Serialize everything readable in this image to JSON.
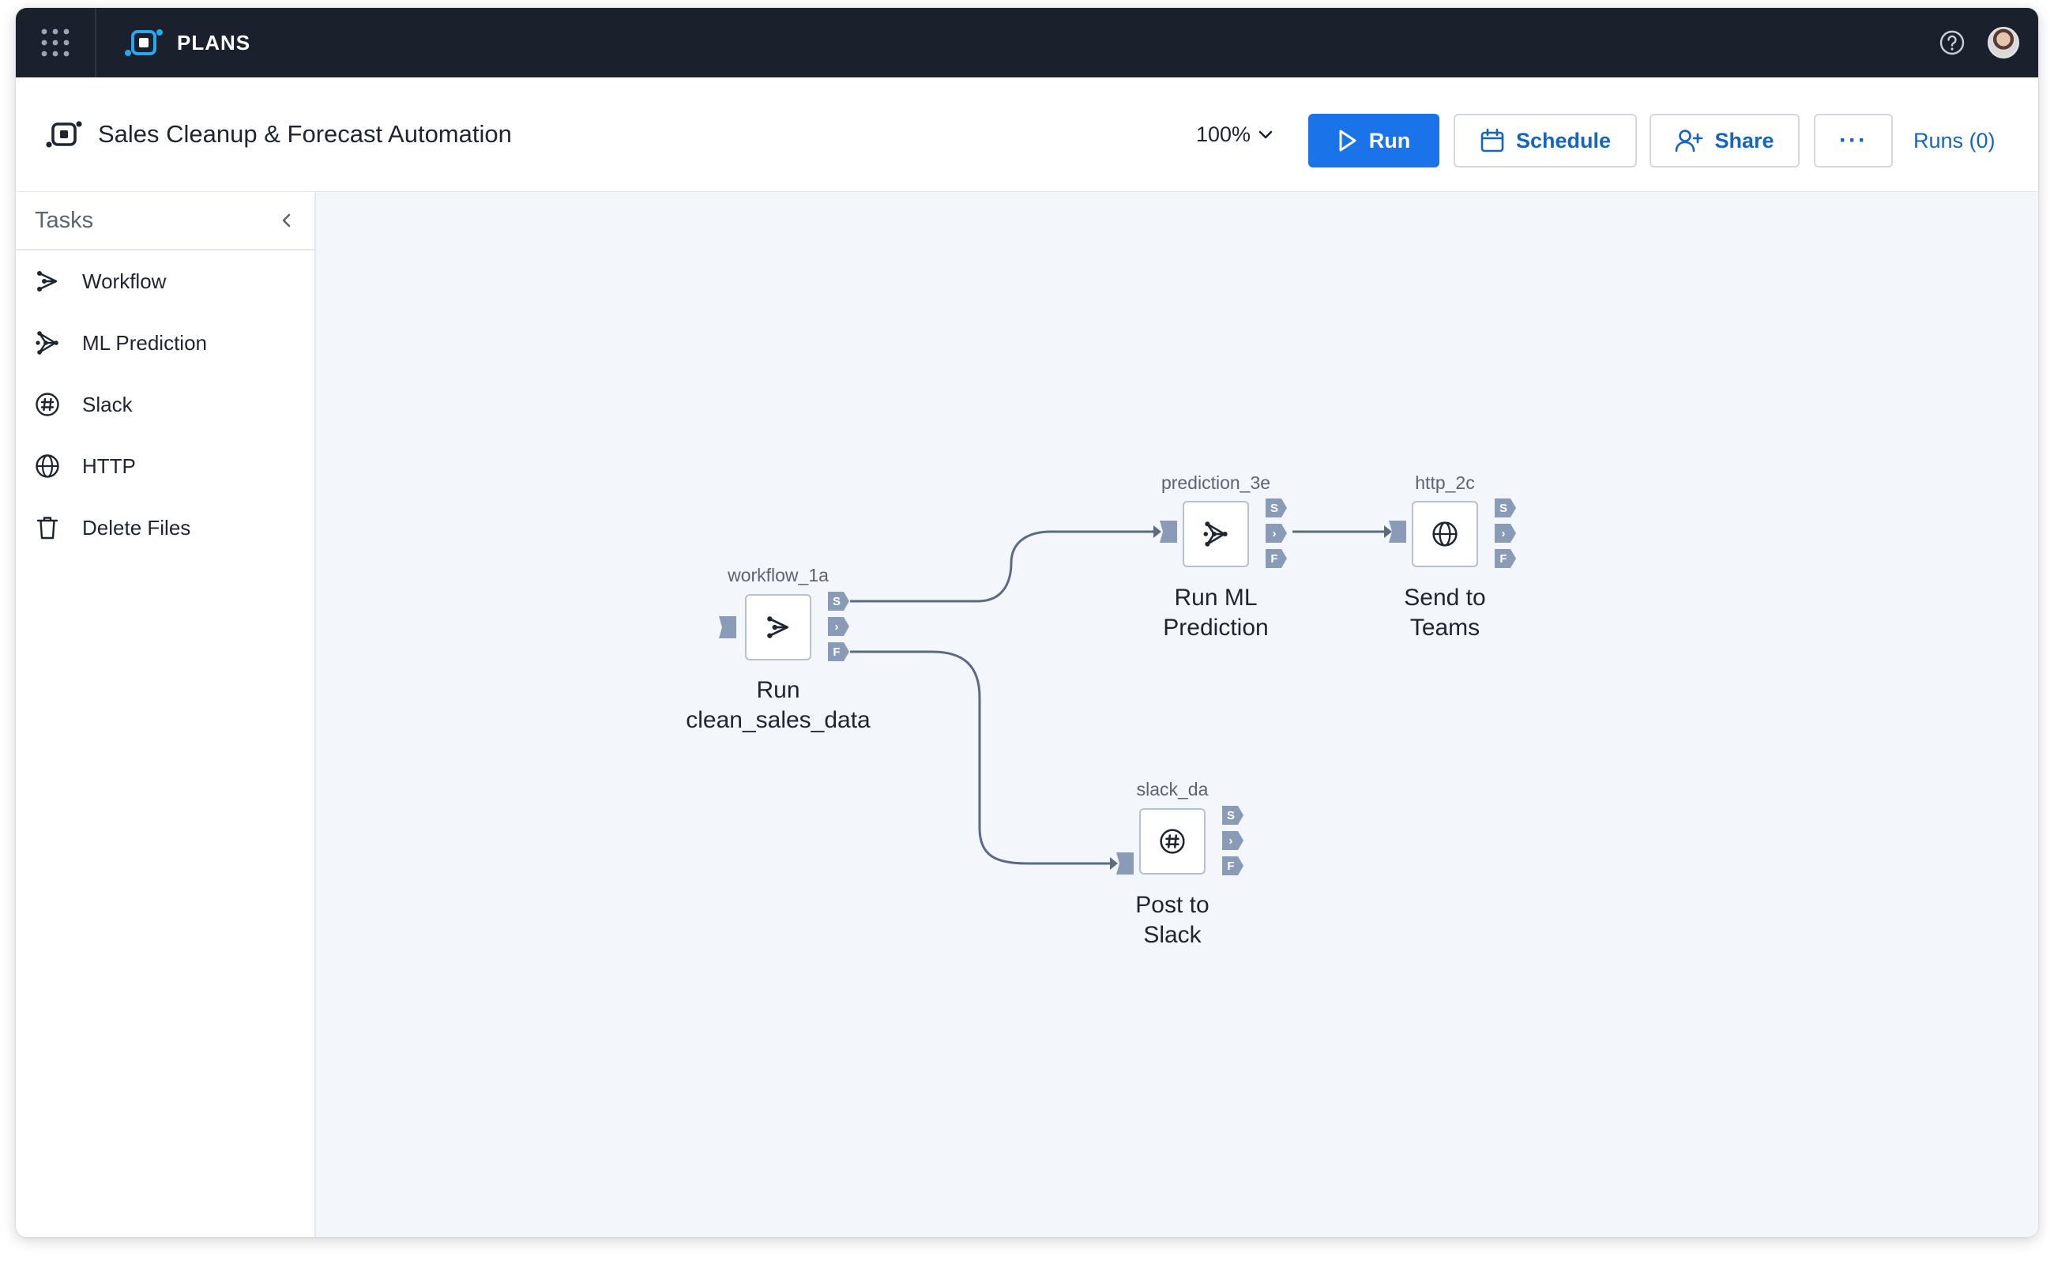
{
  "app": {
    "brand": "PLANS",
    "colors": {
      "topbar": "#1b212c",
      "accent": "#1a73e8",
      "link": "#1565c0",
      "port": "#8a9bb8",
      "edge": "#5c6b82",
      "canvas": "#f3f6fa"
    }
  },
  "header": {
    "plan_title": "Sales Cleanup & Forecast Automation",
    "zoom": "100%",
    "run_label": "Run",
    "schedule_label": "Schedule",
    "share_label": "Share",
    "more_label": "···",
    "runs_label": "Runs (0)"
  },
  "sidebar": {
    "title": "Tasks",
    "items": [
      {
        "label": "Workflow",
        "icon": "workflow-icon"
      },
      {
        "label": "ML Prediction",
        "icon": "ml-prediction-icon"
      },
      {
        "label": "Slack",
        "icon": "slack-icon"
      },
      {
        "label": "HTTP",
        "icon": "globe-icon"
      },
      {
        "label": "Delete Files",
        "icon": "trash-icon"
      }
    ]
  },
  "canvas": {
    "ports": {
      "success": "S",
      "next": "›",
      "failure": "F"
    },
    "nodes": [
      {
        "id": "workflow_1a",
        "label_line1": "Run",
        "label_line2": "clean_sales_data",
        "icon": "workflow-icon"
      },
      {
        "id": "prediction_3e",
        "label_line1": "Run ML",
        "label_line2": "Prediction",
        "icon": "ml-prediction-icon"
      },
      {
        "id": "http_2c",
        "label_line1": "Send to",
        "label_line2": "Teams",
        "icon": "globe-icon"
      },
      {
        "id": "slack_da",
        "label_line1": "Post to",
        "label_line2": "Slack",
        "icon": "slack-icon"
      }
    ]
  }
}
